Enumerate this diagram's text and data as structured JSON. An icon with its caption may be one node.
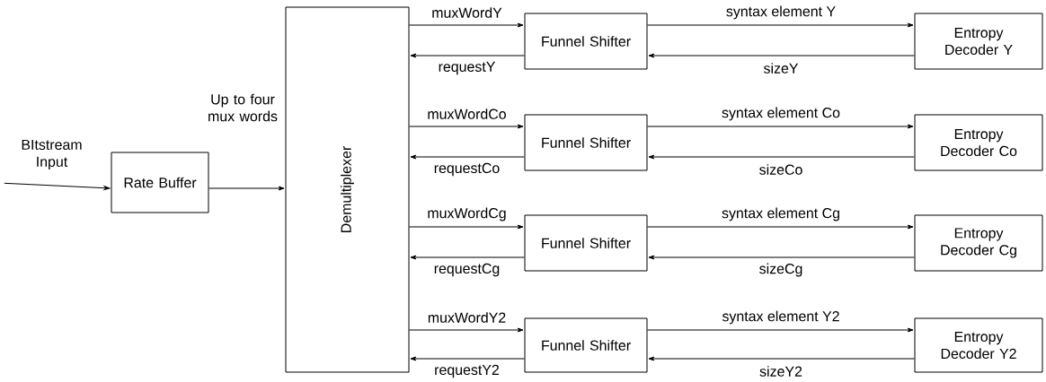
{
  "diagram": {
    "nodes": [
      {
        "text": [
          "BItstream Input"
        ]
      },
      {
        "text": [
          "Rate Buffer"
        ]
      },
      {
        "text": [
          "Demultiplexer"
        ]
      },
      {
        "text": [
          "Funnel Shifter"
        ]
      },
      {
        "text": [
          "Entropy Decoder Y"
        ]
      },
      {
        "text": [
          "Funnel Shifter"
        ]
      },
      {
        "text": [
          "Entropy Decoder Co"
        ]
      },
      {
        "text": [
          "Funnel Shifter"
        ]
      },
      {
        "text": [
          "Entropy Decoder Cg"
        ]
      },
      {
        "text": [
          "Funnel Shifter"
        ]
      },
      {
        "text": [
          "Entropy Decoder Y2"
        ]
      }
    ],
    "edges": [
      {
        "from": 0,
        "to": 1,
        "arrow": "to"
      },
      {
        "from": 1,
        "to": 2,
        "arrow": "to"
      },
      {
        "from": 2,
        "to": 3,
        "arrow": "to",
        "label": "muxWordY"
      },
      {
        "from": 3,
        "to": 2,
        "arrow": "to",
        "label": "requestY"
      },
      {
        "from": 3,
        "to": 4,
        "arrow": "to",
        "label": "syntax element Y"
      },
      {
        "from": 4,
        "to": 3,
        "arrow": "to",
        "label": "sizeY"
      },
      {
        "from": 2,
        "to": 5,
        "arrow": "to",
        "label": "muxWordCo"
      },
      {
        "from": 5,
        "to": 2,
        "arrow": "to",
        "label": "requestCo"
      },
      {
        "from": 5,
        "to": 6,
        "arrow": "to",
        "label": "syntax element Co"
      },
      {
        "from": 6,
        "to": 5,
        "arrow": "to",
        "label": "sizeCo"
      },
      {
        "from": 2,
        "to": 7,
        "arrow": "to",
        "label": "muxWordCg"
      },
      {
        "from": 7,
        "to": 2,
        "arrow": "to",
        "label": "requestCg"
      },
      {
        "from": 7,
        "to": 8,
        "arrow": "to",
        "label": "syntax element Cg"
      },
      {
        "from": 8,
        "to": 7,
        "arrow": "to",
        "label": "sizeCg"
      },
      {
        "from": 2,
        "to": 9,
        "arrow": "to",
        "label": "muxWordY2"
      },
      {
        "from": 9,
        "to": 2,
        "arrow": "to",
        "label": "requestY2"
      },
      {
        "from": 9,
        "to": 10,
        "arrow": "to",
        "label": "syntax element Y2"
      },
      {
        "from": 10,
        "to": 9,
        "arrow": "to",
        "label": "sizeY2"
      }
    ],
    "labels": [
      "Up to four mux words"
    ]
  }
}
